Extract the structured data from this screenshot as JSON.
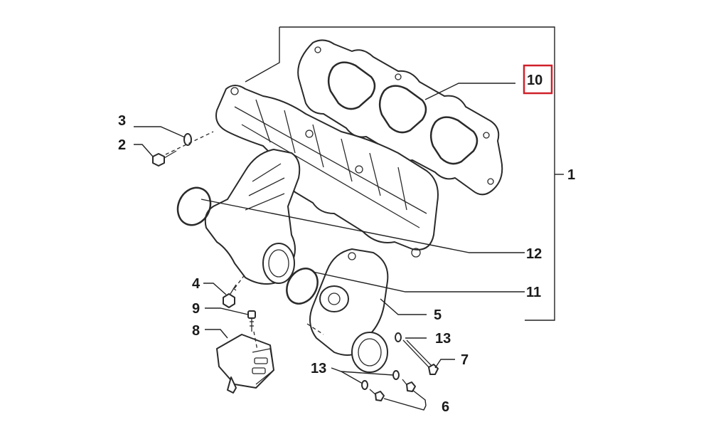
{
  "labels": {
    "l1": "1",
    "l2": "2",
    "l3": "3",
    "l4": "4",
    "l5": "5",
    "l6": "6",
    "l7": "7",
    "l8": "8",
    "l9": "9",
    "l10": "10",
    "l11": "11",
    "l12": "12",
    "l13a": "13",
    "l13b": "13"
  },
  "highlight_color": "#d0202a"
}
